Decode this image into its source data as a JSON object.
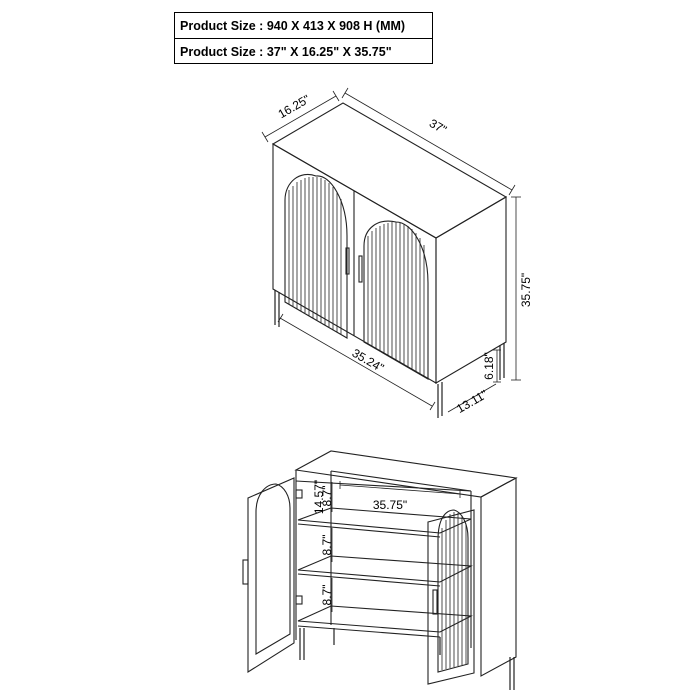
{
  "spec_table": {
    "row_mm": "Product Size : 940 X 413 X 908 H (MM)",
    "row_in": "Product Size :  37\" X 16.25\" X 35.75\""
  },
  "closed_view": {
    "depth": "16.25\"",
    "width": "37\"",
    "height": "35.75\"",
    "inner_width": "35.24\"",
    "leg_depth": "13.11\"",
    "leg_height": "6.18\""
  },
  "open_view": {
    "shelf_width": "35.75\"",
    "shelf_depth": "14.57\"",
    "top_gap": "8.7\"",
    "mid_gap": "8.7\"",
    "low_gap": "8.7\""
  }
}
